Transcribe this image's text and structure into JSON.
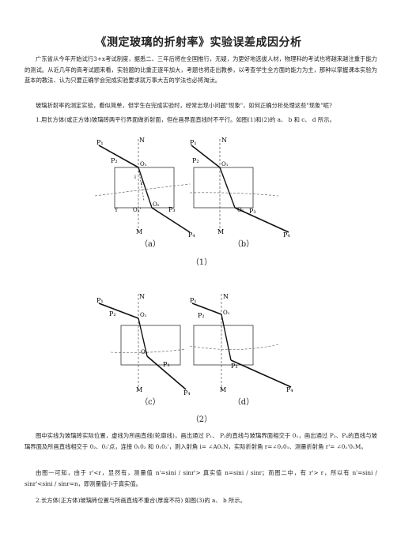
{
  "title": "《测定玻璃的折射率》实验误差成因分析",
  "paragraphs": {
    "p1": "广东省从今年开始试行3+x考试制度，据悉二、三年后将在全国推行，无疑，为更好地选拔人材，物理科的考试也将越来越注重于能力的测试。从近几年的高考试题来看，实验题的比重正逐年加大，考题也将走出教参，以考查学生全方面的能力为主，那种以掌握课本实验为蓝本的教法、认为只要正确学会完成实验要求就万事大吉的学法也必将淘汰。",
    "p2": "玻璃折射率的测定实验，看似简单，但学生在完成实验时，经常出现小问题\"现象\"，如何正确分析处理这些\"现象\"呢?",
    "p3": "1.用长方体(或正方体)玻璃砖两平行界面做折射面，但在画界面直线时不平行。如图(1)和(2)的 a、 b 和 c、 d 所示。",
    "p4": "图中实线为玻璃砖实际位置，虚线为所画直线(轮廓线)，画出通过 P₁、 P₂的直线与玻璃界面相交于 0₁，画出通过 P₃、P₄的直线与玻璃界面及所画直线相交于 0₂、0₂'点，连接 0₁0₂ 和 0₁0₂'，则入射角 i= ∠A0₁N，实际折射角 r=∠0₂0₁、测量折射角 r'= ∠0₂'0₁M。",
    "p5": "由图一可知，由于 r'<r，显然有，测量值 n'=sini / sinr'> 真实值 n=sini / sinr；而图二中，有 r'> r，所以有 n'=sini / sinr'<sini / sinr=n，即测量值小于真实值。",
    "p6": "2.长方体(正方体)玻璃砖位置与所画直线不重合(厚度不符) 如图(3)的 a、 b 所示。"
  },
  "figures": {
    "a": "（a）",
    "b": "（b）",
    "c": "（c）",
    "d": "（d）",
    "group1": "（1）",
    "group2": "（2）"
  },
  "labels": {
    "P1": "P₁",
    "P2": "P₂",
    "P3": "P₃",
    "P4": "P₄",
    "N": "N",
    "M": "M",
    "O1": "O₁",
    "O2": "O₂",
    "O2p": "O₂'",
    "i": "i",
    "r": "r",
    "rp": "r'",
    "Y": "Y"
  }
}
